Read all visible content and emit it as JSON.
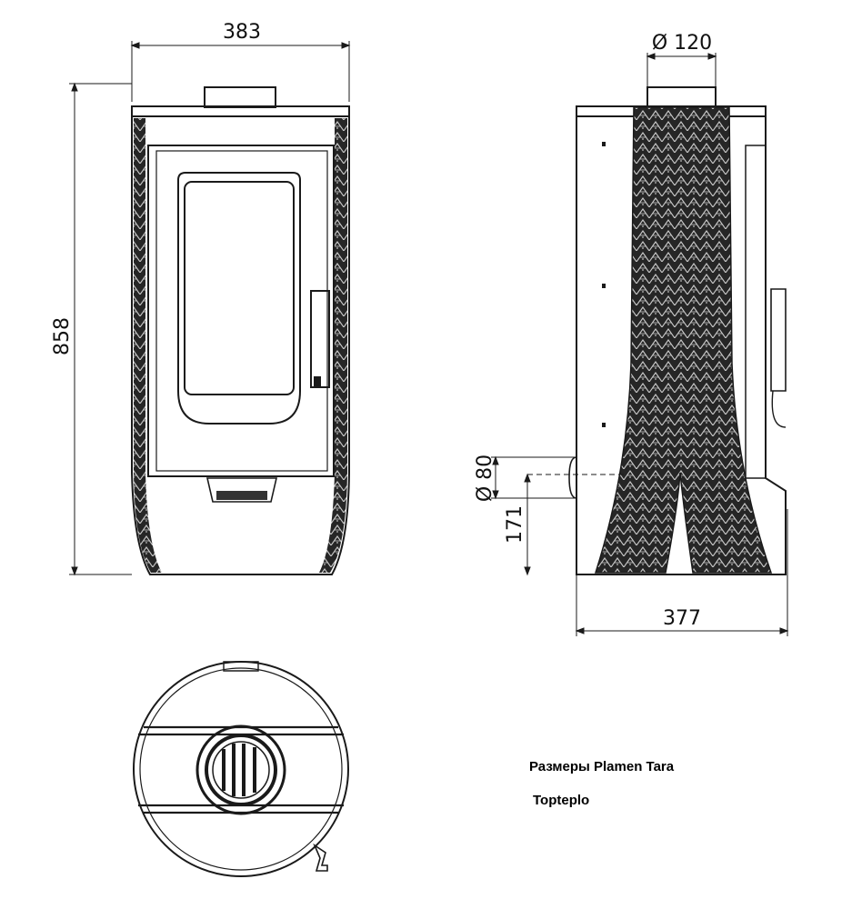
{
  "dimensions": {
    "front_width": "383",
    "height": "858",
    "flue_diameter": "Ø 120",
    "rear_inlet_diameter": "Ø 80",
    "inlet_height": "171",
    "side_depth": "377"
  },
  "caption": {
    "title": "Размеры Plamen Tara",
    "brand": "Topteplo"
  }
}
